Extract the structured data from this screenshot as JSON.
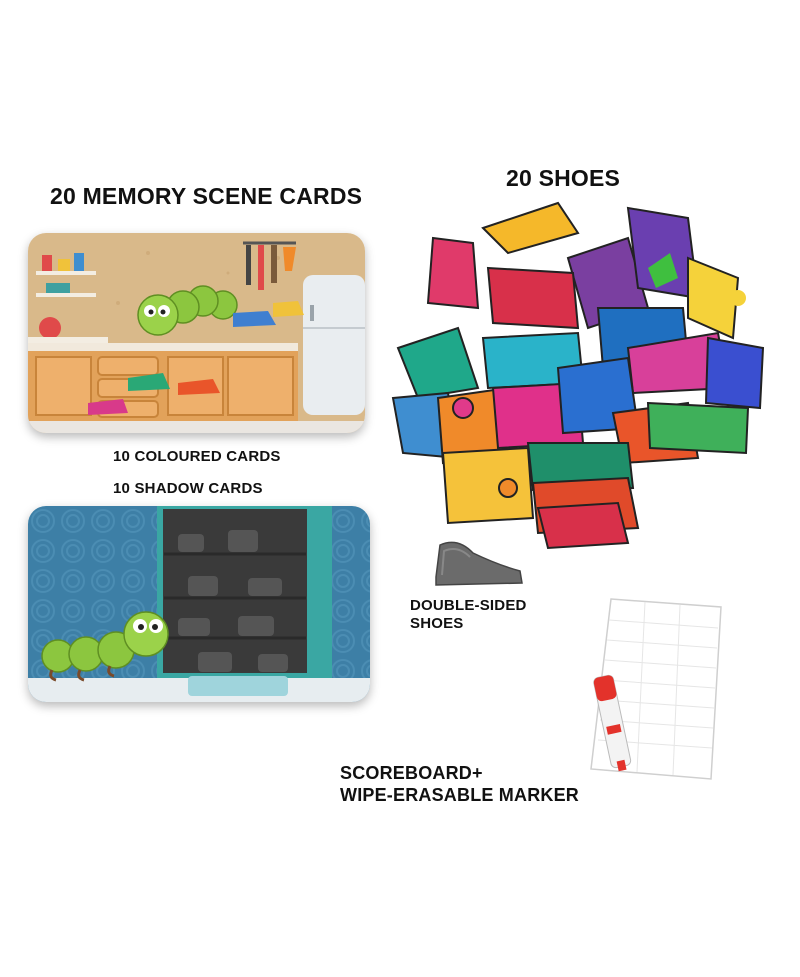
{
  "memory_cards": {
    "title": "20 MEMORY SCENE CARDS",
    "coloured_label": "10 COLOURED CARDS",
    "shadow_label": "10 SHADOW CARDS"
  },
  "shoes": {
    "title": "20 SHOES",
    "double_sided_label_line1": "DOUBLE-SIDED",
    "double_sided_label_line2": "SHOES"
  },
  "scoreboard": {
    "label_line1": "SCOREBOARD+",
    "label_line2": "WIPE-ERASABLE MARKER"
  },
  "colors": {
    "kitchen_wall": "#d9b98a",
    "cabinet": "#e2a25a",
    "caterpillar": "#8cc63f",
    "shadow_wall": "#3d7fa6",
    "cupboard_frame": "#3aa7a3",
    "marker_red": "#e3322b"
  }
}
